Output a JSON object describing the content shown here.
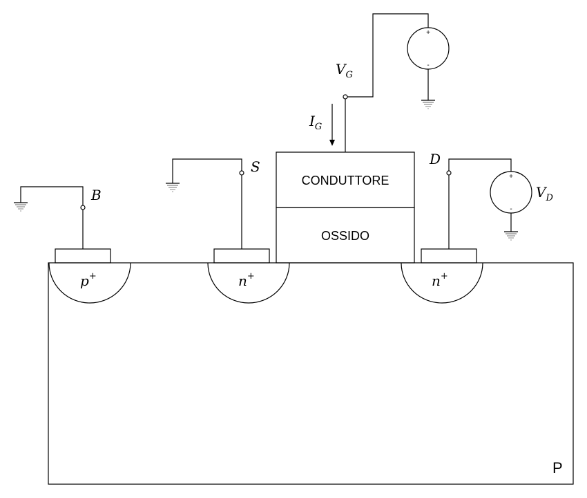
{
  "labels": {
    "conductor": "CONDUTTORE",
    "oxide": "OSSIDO",
    "substrate": "P",
    "body": "B",
    "source": "S",
    "drain": "D",
    "gate_voltage": "V",
    "gate_voltage_sub": "G",
    "gate_current": "I",
    "gate_current_sub": "G",
    "drain_voltage": "V",
    "drain_voltage_sub": "D",
    "well_body": "p",
    "well_source": "n",
    "well_drain": "n",
    "doping_sup": "+",
    "plus": "+",
    "minus": "-"
  },
  "colors": {
    "line": "#000000",
    "ground": "#888888"
  }
}
